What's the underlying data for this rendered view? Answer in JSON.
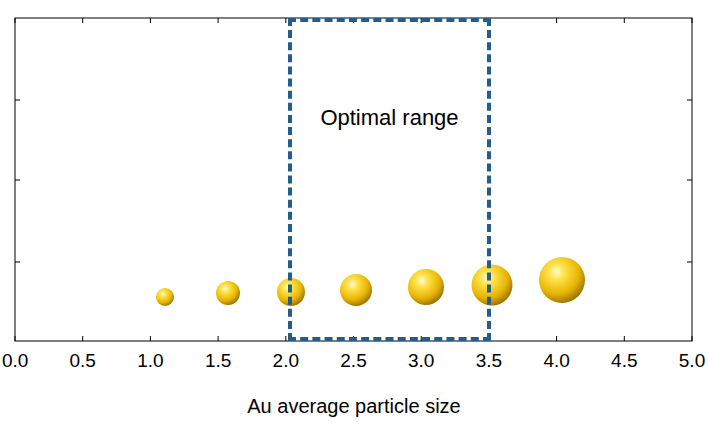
{
  "diagram": {
    "nodes": [
      {
        "text": [
          "Optimal range"
        ]
      }
    ],
    "labels": [
      "0.0",
      "0.5",
      "1.0",
      "1.5",
      "2.0",
      "2.5",
      "3.0",
      "3.5",
      "4.0",
      "4.5",
      "5.0",
      "Au average particle size"
    ]
  }
}
